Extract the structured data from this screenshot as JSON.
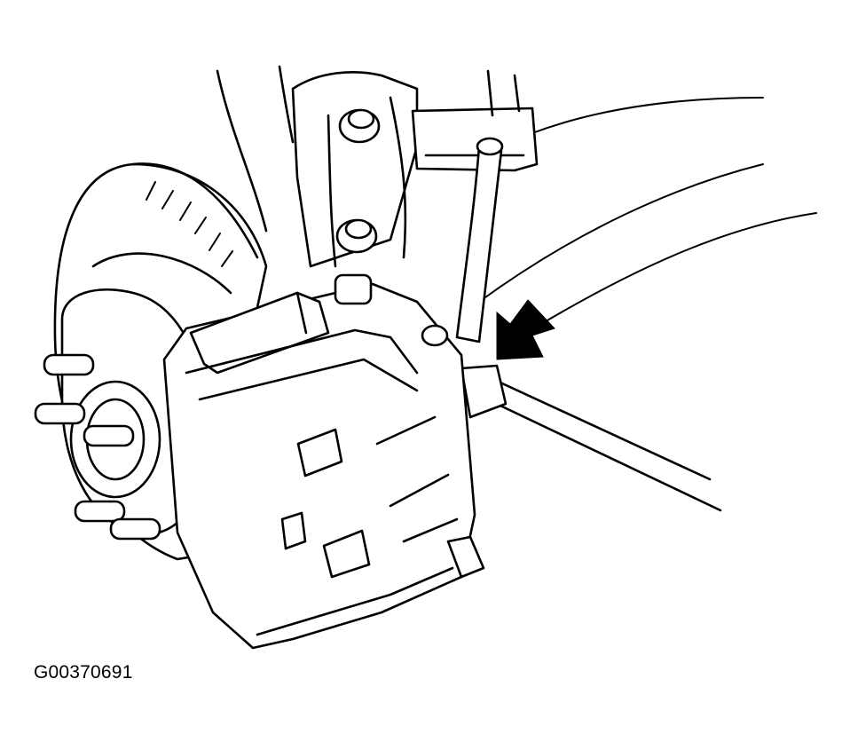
{
  "figure": {
    "id_label": "G00370691",
    "subject": "brake-caliper-assembly",
    "pointer": "arrow-to-brake-hose-fitting"
  },
  "colors": {
    "line": "#000000",
    "background": "#ffffff"
  }
}
